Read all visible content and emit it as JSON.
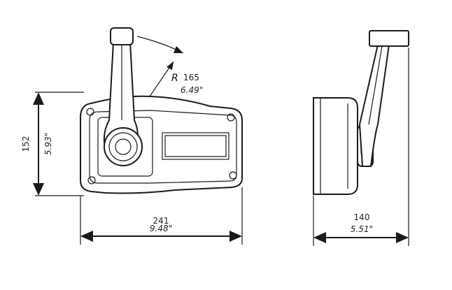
{
  "front_view": {
    "height_mm": "152",
    "height_in": "5.93\"",
    "width_mm": "241",
    "width_in": "9.48\"",
    "radius_letter": "R",
    "radius_mm": "165",
    "radius_in": "6.49\""
  },
  "side_view": {
    "depth_mm": "140",
    "depth_in": "5.51\""
  }
}
